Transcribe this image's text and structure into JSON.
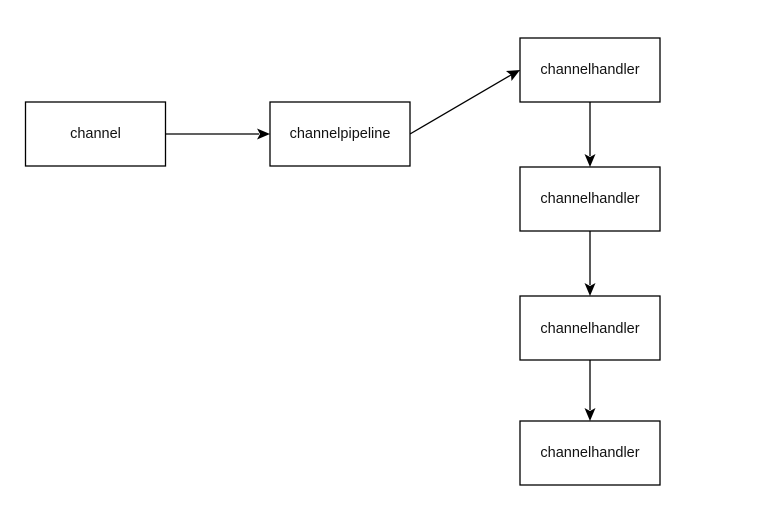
{
  "diagram": {
    "nodes": [
      {
        "id": "channel",
        "label": "channel"
      },
      {
        "id": "channelpipeline",
        "label": "channelpipeline"
      },
      {
        "id": "handler1",
        "label": "channelhandler"
      },
      {
        "id": "handler2",
        "label": "channelhandler"
      },
      {
        "id": "handler3",
        "label": "channelhandler"
      },
      {
        "id": "handler4",
        "label": "channelhandler"
      }
    ],
    "edges": [
      {
        "from": "channel",
        "to": "channelpipeline"
      },
      {
        "from": "channelpipeline",
        "to": "handler1"
      },
      {
        "from": "handler1",
        "to": "handler2"
      },
      {
        "from": "handler2",
        "to": "handler3"
      },
      {
        "from": "handler3",
        "to": "handler4"
      }
    ]
  },
  "colors": {
    "stroke": "#000000",
    "fill": "#ffffff",
    "text": "#111111"
  }
}
